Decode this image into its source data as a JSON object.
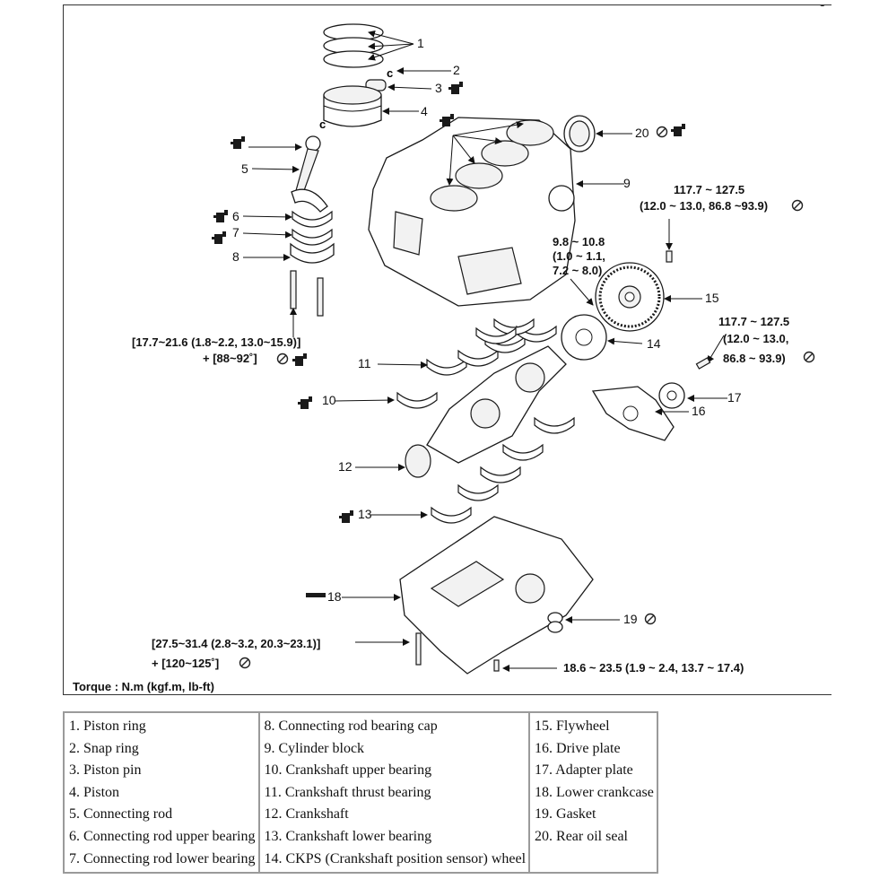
{
  "callouts": [
    "1",
    "2",
    "3",
    "4",
    "5",
    "6",
    "7",
    "8",
    "9",
    "10",
    "11",
    "12",
    "13",
    "14",
    "15",
    "16",
    "17",
    "18",
    "19",
    "20"
  ],
  "torque_specs": {
    "rod_bolt_line1": "[17.7~21.6 (1.8~2.2, 13.0~15.9)]",
    "rod_bolt_line2": "+ [88~92˚]",
    "flywheel_line1": "117.7 ~ 127.5",
    "flywheel_line2": "(12.0 ~ 13.0, 86.8 ~93.9)",
    "ckps_line1": "9.8 ~ 10.8",
    "ckps_line2": "(1.0 ~ 1.1,",
    "ckps_line3": "7.2 ~ 8.0)",
    "driveplate_line1": "117.7 ~ 127.5",
    "driveplate_line2": "(12.0 ~ 13.0,",
    "driveplate_line3": "86.8 ~ 93.9)",
    "crankcase_line1": "[27.5~31.4 (2.8~3.2, 20.3~23.1)]",
    "crankcase_line2": "+ [120~125˚]",
    "lower_bolt": "18.6 ~ 23.5 (1.9 ~ 2.4, 13.7 ~ 17.4)"
  },
  "torque_note": "Torque : N.m (kgf.m, lb-ft)",
  "corner_fragment": "g",
  "icons": {
    "oil": "oil-can-icon",
    "replace": "do-not-reuse-icon"
  },
  "legend": {
    "columns": [
      [
        "1.  Piston ring",
        "2.  Snap ring",
        "3.  Piston pin",
        "4.  Piston",
        "5.  Connecting rod",
        "6.  Connecting rod upper bearing",
        "7.  Connecting rod lower bearing"
      ],
      [
        "8.  Connecting rod bearing cap",
        "9. Cylinder block",
        "10. Crankshaft upper bearing",
        "11. Crankshaft thrust bearing",
        "12. Crankshaft",
        "13. Crankshaft lower bearing",
        "14. CKPS (Crankshaft position sensor) wheel"
      ],
      [
        "15. Flywheel",
        "16. Drive plate",
        "17. Adapter plate",
        "18. Lower crankcase",
        "19. Gasket",
        "20. Rear oil seal"
      ]
    ]
  }
}
